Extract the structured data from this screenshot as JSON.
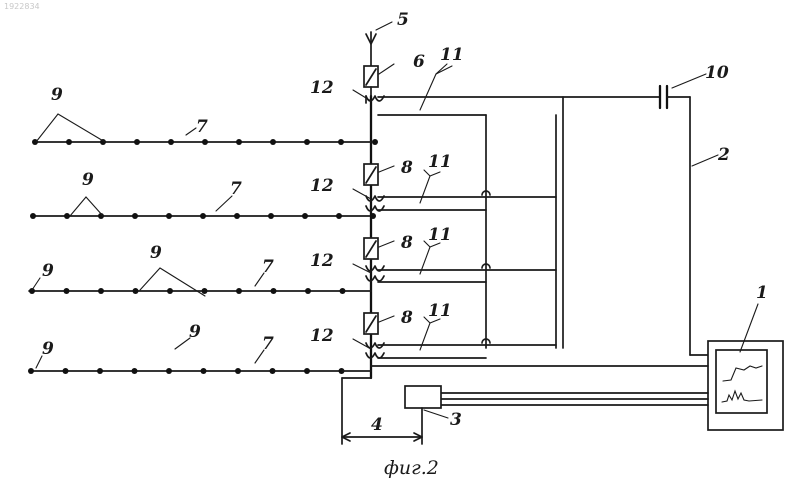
{
  "figure": {
    "caption": "фиг.2",
    "corner_text": "1922834"
  },
  "labels": {
    "l1": "1",
    "l2": "2",
    "l3": "3",
    "l4": "4",
    "l5": "5",
    "l6": "6",
    "l7": "7",
    "l8": "8",
    "l9": "9",
    "l10": "10",
    "l11": "11",
    "l12": "12"
  },
  "cables": [
    {
      "label": "7",
      "nodes": 11
    },
    {
      "label": "7",
      "nodes": 11
    },
    {
      "label": "7",
      "nodes": 10
    },
    {
      "label": "7",
      "nodes": 10
    }
  ]
}
